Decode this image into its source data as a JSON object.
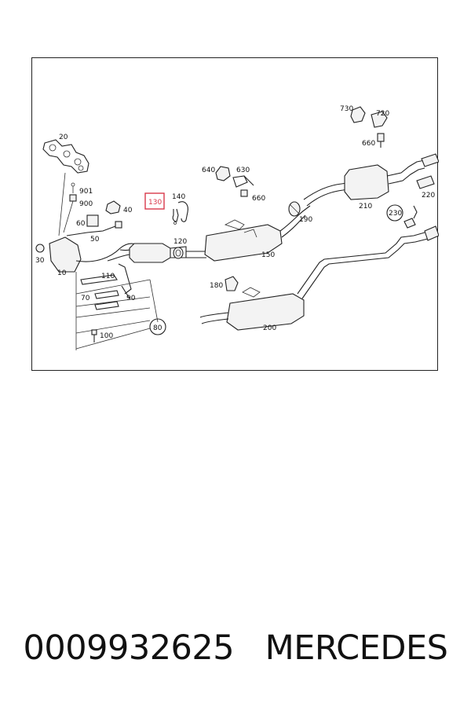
{
  "diagram": {
    "highlighted_part": "130",
    "highlight_color": "#d9394b",
    "part_labels": [
      "20",
      "901",
      "900",
      "40",
      "60",
      "50",
      "30",
      "10",
      "110",
      "70",
      "90",
      "80",
      "100",
      "130",
      "140",
      "120",
      "640",
      "630",
      "660",
      "150",
      "190",
      "180",
      "200",
      "730",
      "720",
      "660",
      "210",
      "220",
      "230"
    ]
  },
  "caption": {
    "part_number": "0009932625",
    "brand": "MERCEDES"
  }
}
